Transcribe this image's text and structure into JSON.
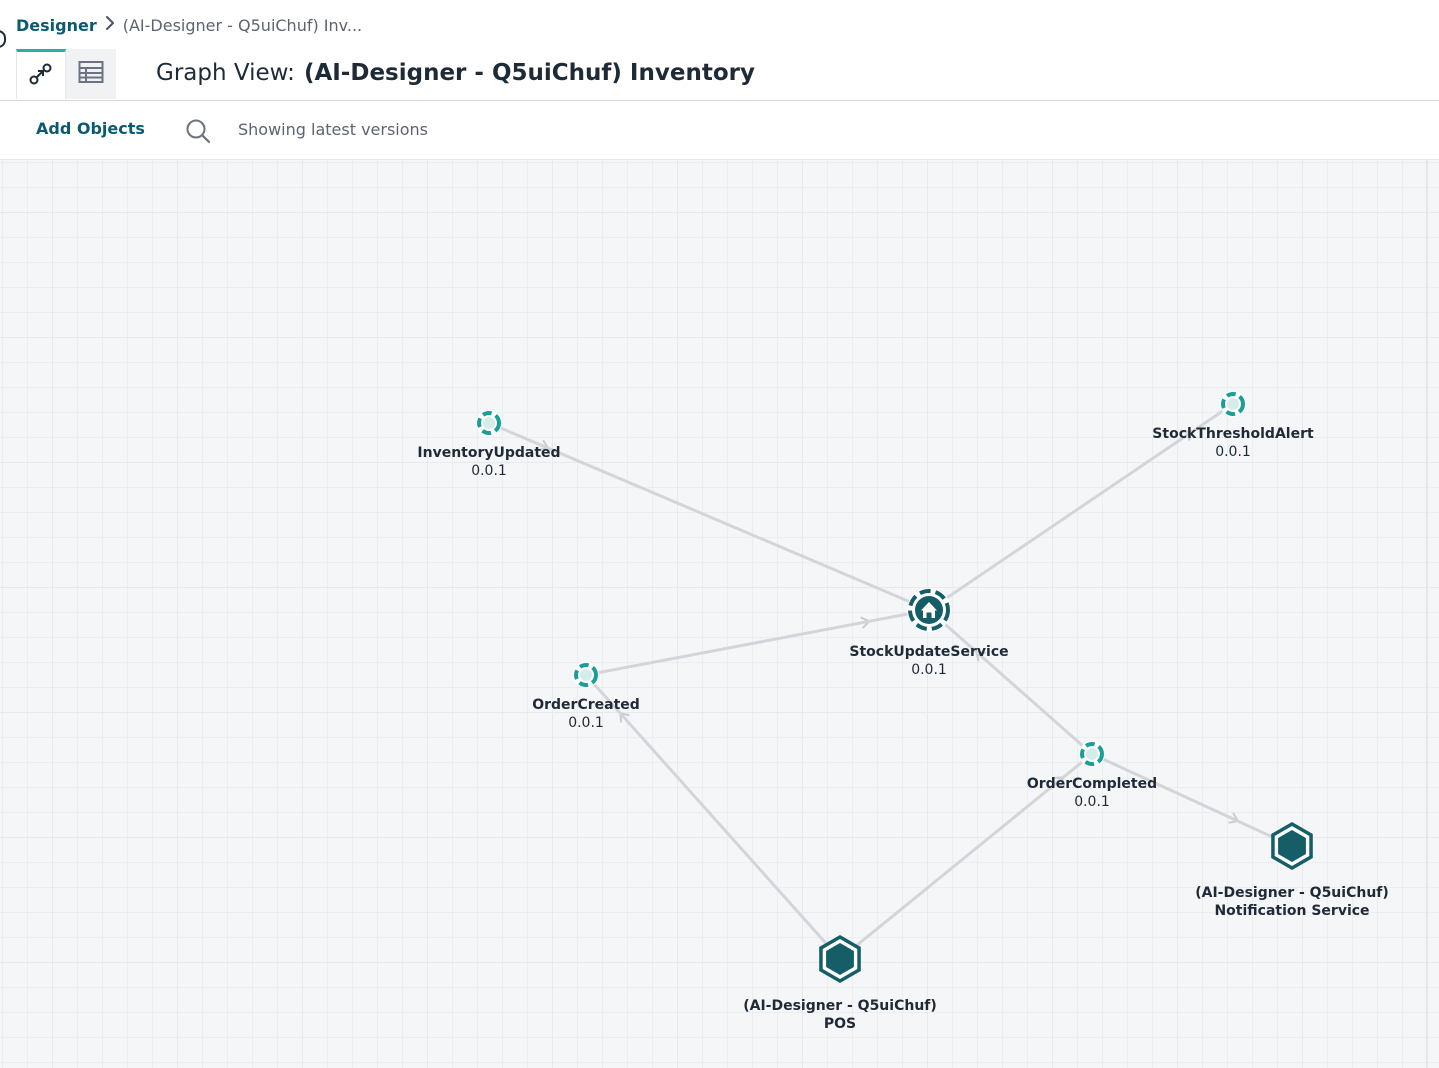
{
  "breadcrumb": {
    "root": "Designer",
    "current": "(AI-Designer - Q5uiChuf) Inv..."
  },
  "view_tabs": [
    {
      "name": "graph",
      "icon": "graph-icon",
      "active": true
    },
    {
      "name": "table",
      "icon": "table-icon",
      "active": false
    }
  ],
  "title": {
    "prefix": "Graph View:",
    "name": "(AI-Designer - Q5uiChuf) Inventory"
  },
  "toolbar": {
    "add_objects": "Add Objects",
    "search_icon": "search-icon",
    "version_text": "Showing latest versions"
  },
  "colors": {
    "accent": "#1fb5a1",
    "link": "#0a5a73",
    "node_dark": "#155e68",
    "event_teal": "#1a9f98",
    "edge": "#d3d5da"
  },
  "graph": {
    "nodes": [
      {
        "id": "inventory-updated",
        "type": "event",
        "label": "InventoryUpdated",
        "version": "0.0.1"
      },
      {
        "id": "stock-threshold-alert",
        "type": "event",
        "label": "StockThresholdAlert",
        "version": "0.0.1"
      },
      {
        "id": "stock-update-service",
        "type": "service",
        "label": "StockUpdateService",
        "version": "0.0.1"
      },
      {
        "id": "order-created",
        "type": "event",
        "label": "OrderCreated",
        "version": "0.0.1"
      },
      {
        "id": "order-completed",
        "type": "event",
        "label": "OrderCompleted",
        "version": "0.0.1"
      },
      {
        "id": "notification-service",
        "type": "application",
        "label": "(AI-Designer - Q5uiChuf)",
        "version": "Notification Service"
      },
      {
        "id": "pos",
        "type": "application",
        "label": "(AI-Designer - Q5uiChuf)",
        "version": "POS"
      }
    ],
    "edges": [
      {
        "from": "inventory-updated",
        "to": "stock-update-service"
      },
      {
        "from": "stock-update-service",
        "to": "stock-threshold-alert"
      },
      {
        "from": "order-created",
        "to": "stock-update-service"
      },
      {
        "from": "order-completed",
        "to": "stock-update-service"
      },
      {
        "from": "order-completed",
        "to": "notification-service"
      },
      {
        "from": "pos",
        "to": "order-created"
      },
      {
        "from": "pos",
        "to": "order-completed"
      }
    ]
  }
}
